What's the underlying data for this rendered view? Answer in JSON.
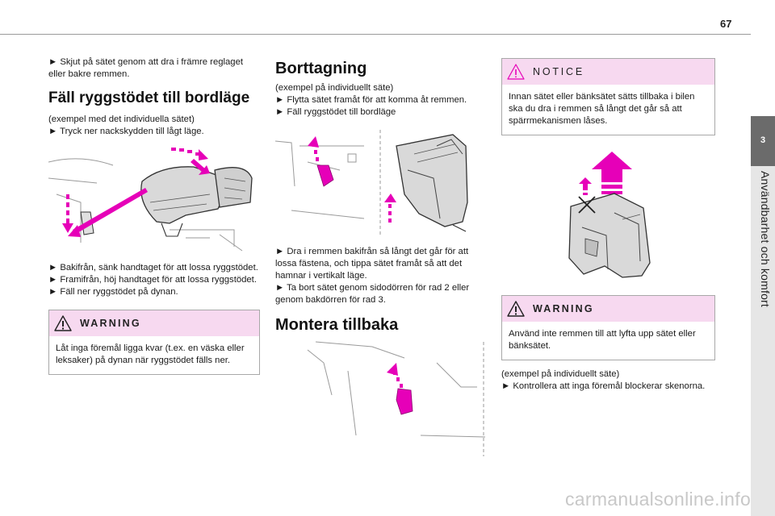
{
  "page_number": "67",
  "side_tab": {
    "number": "3",
    "label": "Användbarhet och komfort"
  },
  "col1": {
    "intro": "► Skjut på sätet genom att dra i främre reglaget eller bakre remmen.",
    "heading": "Fäll ryggstödet till bordläge",
    "example_lines": [
      "(exempel med det individuella sätet)",
      "► Tryck ner nackskydden till lågt läge."
    ],
    "steps": [
      "► Bakifrån, sänk handtaget för att lossa ryggstödet.",
      "► Framifrån, höj handtaget för att lossa ryggstödet.",
      "► Fäll ner ryggstödet på dynan."
    ],
    "warning": {
      "title": "WARNING",
      "body": "Låt inga föremål ligga kvar (t.ex. en väska eller leksaker) på dynan när ryggstödet fälls ner."
    }
  },
  "col2": {
    "heading": "Borttagning",
    "intro_lines": [
      "(exempel på individuellt säte)",
      "► Flytta sätet framåt för att komma åt remmen.",
      "► Fäll ryggstödet till bordläge"
    ],
    "steps": [
      "► Dra i remmen bakifrån så långt det går för att lossa fästena, och tippa sätet framåt så att det hamnar i vertikalt läge.",
      "► Ta bort sätet genom sidodörren för rad 2 eller genom bakdörren för rad 3."
    ],
    "heading2": "Montera tillbaka"
  },
  "col3": {
    "notice": {
      "title": "NOTICE",
      "body": "Innan sätet eller bänksätet sätts tillbaka i bilen ska du dra i remmen så långt det går så att spärrmekanismen låses."
    },
    "warning": {
      "title": "WARNING",
      "body": "Använd inte remmen till att lyfta upp sätet eller bänksätet."
    },
    "after_lines": [
      "(exempel på individuellt säte)",
      "► Kontrollera att inga föremål blockerar skenorna."
    ]
  },
  "watermark": "carmanualsonline.info",
  "colors": {
    "accent": "#e600b8",
    "box_header": "#f7d9f0",
    "tab": "#6b6b6b",
    "strip": "#e6e6e6"
  }
}
